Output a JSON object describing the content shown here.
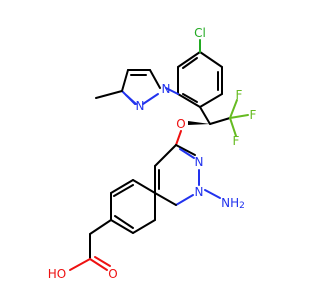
{
  "atoms": {
    "cl": {
      "label": "Cl",
      "color": "#22aa22"
    },
    "n_pyrazole_1": {
      "label": "N",
      "color": "#2233ee"
    },
    "n_pyrazole_2": {
      "label": "N",
      "color": "#2233ee"
    },
    "o_ether": {
      "label": "O",
      "color": "#ee1111"
    },
    "f_1": {
      "label": "F",
      "color": "#66bb22"
    },
    "f_2": {
      "label": "F",
      "color": "#66bb22"
    },
    "f_3": {
      "label": "F",
      "color": "#66bb22"
    },
    "n_pyrimidine_1": {
      "label": "N",
      "color": "#2233ee"
    },
    "n_pyrimidine_2": {
      "label": "N",
      "color": "#2233ee"
    },
    "nh2": {
      "label": "NH",
      "sub": "2",
      "color": "#2233ee"
    },
    "oh": {
      "label": "HO",
      "color": "#ee1111"
    },
    "o_carbonyl": {
      "label": "O",
      "color": "#ee1111"
    }
  }
}
